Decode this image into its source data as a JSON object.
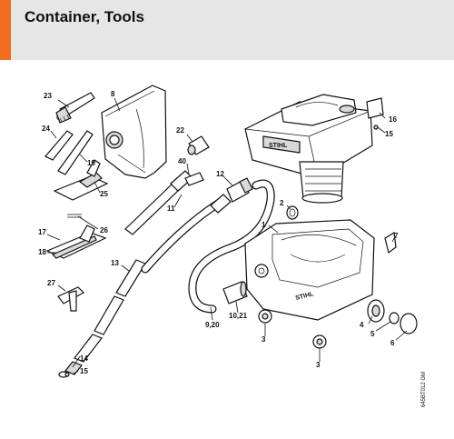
{
  "header": {
    "title": "Container, Tools",
    "accent_color": "#f26c21",
    "background": "#e6e6e6"
  },
  "diagram": {
    "brand_text": "STIHL",
    "drawing_code": "645BT012 GM",
    "labels": {
      "p1": "1",
      "p2": "2",
      "p3a": "3",
      "p3b": "3",
      "p4": "4",
      "p5": "5",
      "p6": "6",
      "p7": "7",
      "p8": "8",
      "p920": "9,20",
      "p1021": "10,21",
      "p11": "11",
      "p12": "12",
      "p13": "13",
      "p14": "14",
      "p15a": "15",
      "p15b": "15",
      "p16": "16",
      "p17": "17",
      "p18": "18",
      "p19": "19",
      "p22": "22",
      "p23": "23",
      "p24": "24",
      "p25": "25",
      "p26": "26",
      "p27": "27",
      "p40": "40"
    }
  }
}
